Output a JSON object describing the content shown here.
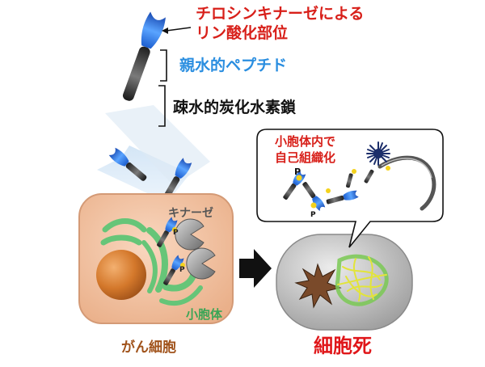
{
  "labels": {
    "tyrosine_kinase_line1": "チロシンキナーゼによる",
    "tyrosine_kinase_line2": "リン酸化部位",
    "hydrophilic_peptide": "親水的ペプチド",
    "hydrophobic_hydrocarbon": "疎水的炭化水素鎖",
    "kinase": "キナーゼ",
    "golgi": "小胞体",
    "cancer_cell": "がん細胞",
    "self_assembly_line1": "小胞体内で",
    "self_assembly_line2": "自己組織化",
    "cell_death": "細胞死",
    "phospho_mark": "P"
  },
  "colors": {
    "annotation_red": "#d8201a",
    "peptide_blue": "#2a8ee0",
    "cancer_cell_fill": "#f6c8aa",
    "organelle_green": "#6cc77a",
    "nucleus_orange": "#d77a2a",
    "dead_cell_grey": "#b8b8b8",
    "fiber_yellow": "#e6ea3a"
  }
}
